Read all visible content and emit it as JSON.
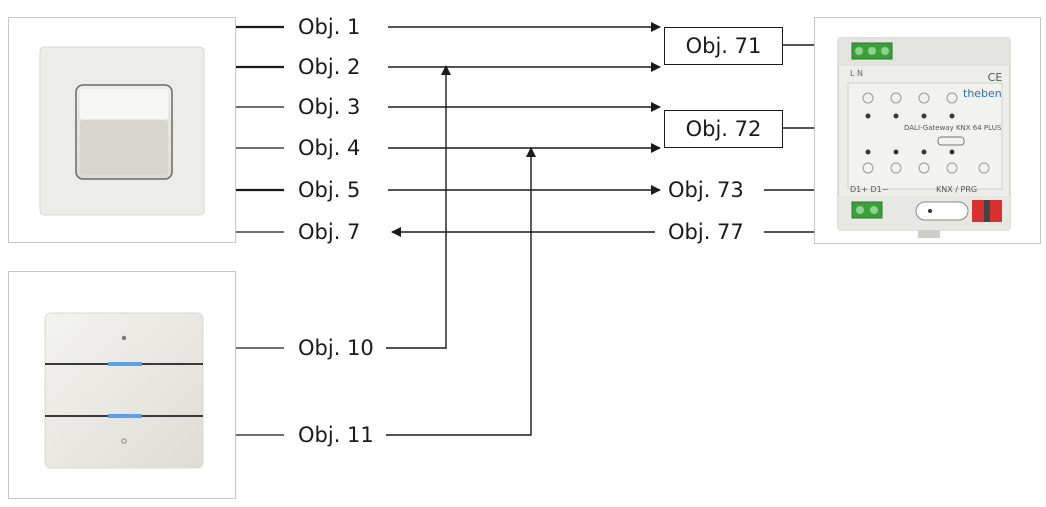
{
  "labels": {
    "obj1": "Obj. 1",
    "obj2": "Obj. 2",
    "obj3": "Obj. 3",
    "obj4": "Obj. 4",
    "obj5": "Obj. 5",
    "obj7": "Obj. 7",
    "obj10": "Obj. 10",
    "obj11": "Obj. 11",
    "obj71": "Obj. 71",
    "obj72": "Obj. 72",
    "obj73": "Obj. 73",
    "obj77": "Obj. 77"
  },
  "gateway": {
    "brand": "theben",
    "model": "DALI-Gateway KNX 64 PLUS",
    "bottom_left": "D1+ D1−",
    "bottom_right": "KNX / PRG",
    "top_pins": "L  N"
  },
  "colors": {
    "line": "#1a1a1a",
    "frame": "#c8c8c8",
    "led": "#5aa0e6"
  }
}
